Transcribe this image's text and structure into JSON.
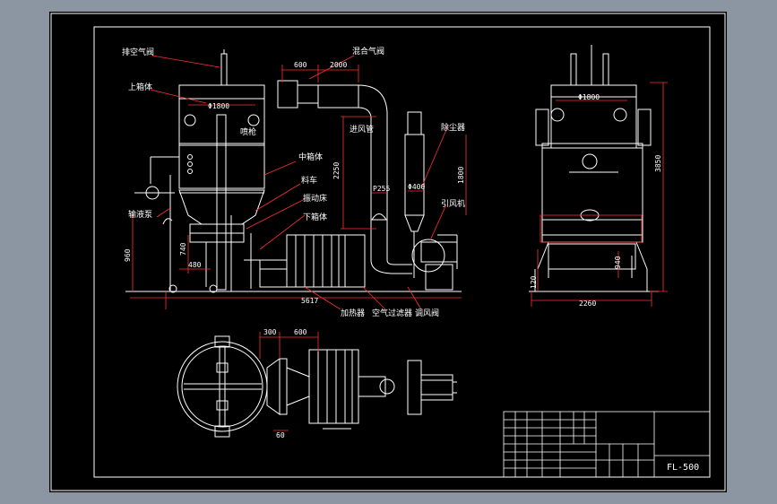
{
  "labels": {
    "exhaust_valve": "排空气阀",
    "upper_bed": "上箱体",
    "spray_gun": "喷枪",
    "middle_bed": "中箱体",
    "material_cart": "料车",
    "vibrating_bed": "振动床",
    "lower_bed": "下箱体",
    "air_inlet": "进风管",
    "mixing_valve": "混合气阀",
    "cyclone": "除尘器",
    "fan": "引风机",
    "heater": "加热器",
    "air_filter": "空气过滤器",
    "regulating_valve": "调风阀",
    "pump_label": "输液泵"
  },
  "dimensions": {
    "d1800_front": "Φ1800",
    "d1800_side": "Φ1800",
    "d600_top": "600",
    "d2000_top": "2000",
    "d2250": "2250",
    "d1800_vert": "1800",
    "d255": "P255",
    "d400": "Φ400",
    "d740": "740",
    "d960": "960",
    "d480": "480",
    "d5617": "5617",
    "d3850": "3850",
    "d2260": "2260",
    "d940": "940",
    "d300_plan": "300",
    "d600_plan": "600",
    "d60_plan": "60",
    "d120": "120"
  },
  "title_block": {
    "drawing_no": "FL-500"
  }
}
